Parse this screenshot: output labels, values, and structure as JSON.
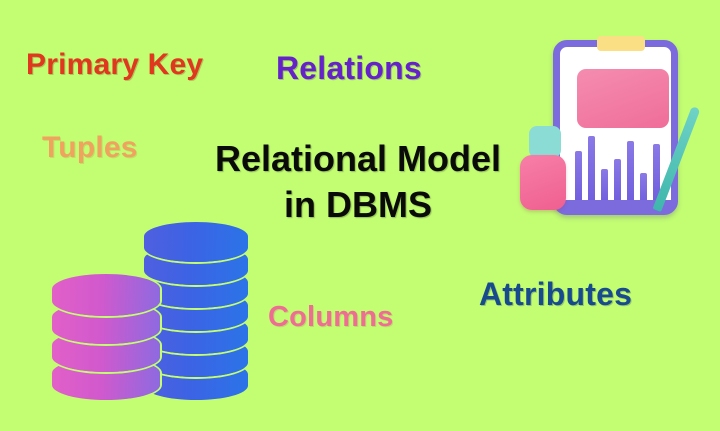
{
  "poster": {
    "background_color": "#c2fd72",
    "title_lines": [
      "Relational Model",
      "in DBMS"
    ],
    "title_color": "#0a0a08"
  },
  "keywords": [
    {
      "id": "primary-key",
      "label": "Primary Key",
      "color": "#e0381f"
    },
    {
      "id": "tuples",
      "label": "Tuples",
      "color": "#f0a35e"
    },
    {
      "id": "relations",
      "label": "Relations",
      "color": "#6422c8"
    },
    {
      "id": "columns",
      "label": "Columns",
      "color": "#ef6d93"
    },
    {
      "id": "attributes",
      "label": "Attributes",
      "color": "#184b8e"
    }
  ],
  "clipboard": {
    "name": "clipboard-report-illustration",
    "board_color": "#ffffff",
    "border_color": "#7b6bdd",
    "clip_color": "#fbdf84",
    "card_color": "#ef6e99",
    "accent_teal": "#8bdcd4",
    "accent_pink": "#ef5f90",
    "pen_color": "#3fb6ac",
    "bar_color": "#6f5ddd",
    "bars": [
      {
        "height_pct": 78
      },
      {
        "height_pct": 100
      },
      {
        "height_pct": 52
      },
      {
        "height_pct": 66
      },
      {
        "height_pct": 92
      },
      {
        "height_pct": 45
      },
      {
        "height_pct": 88
      }
    ]
  },
  "database_stacks": [
    {
      "name": "pink-database-stack",
      "disc_count": 4,
      "color": "#d159cd"
    },
    {
      "name": "blue-database-stack",
      "disc_count": 7,
      "color": "#3c63e4"
    }
  ]
}
